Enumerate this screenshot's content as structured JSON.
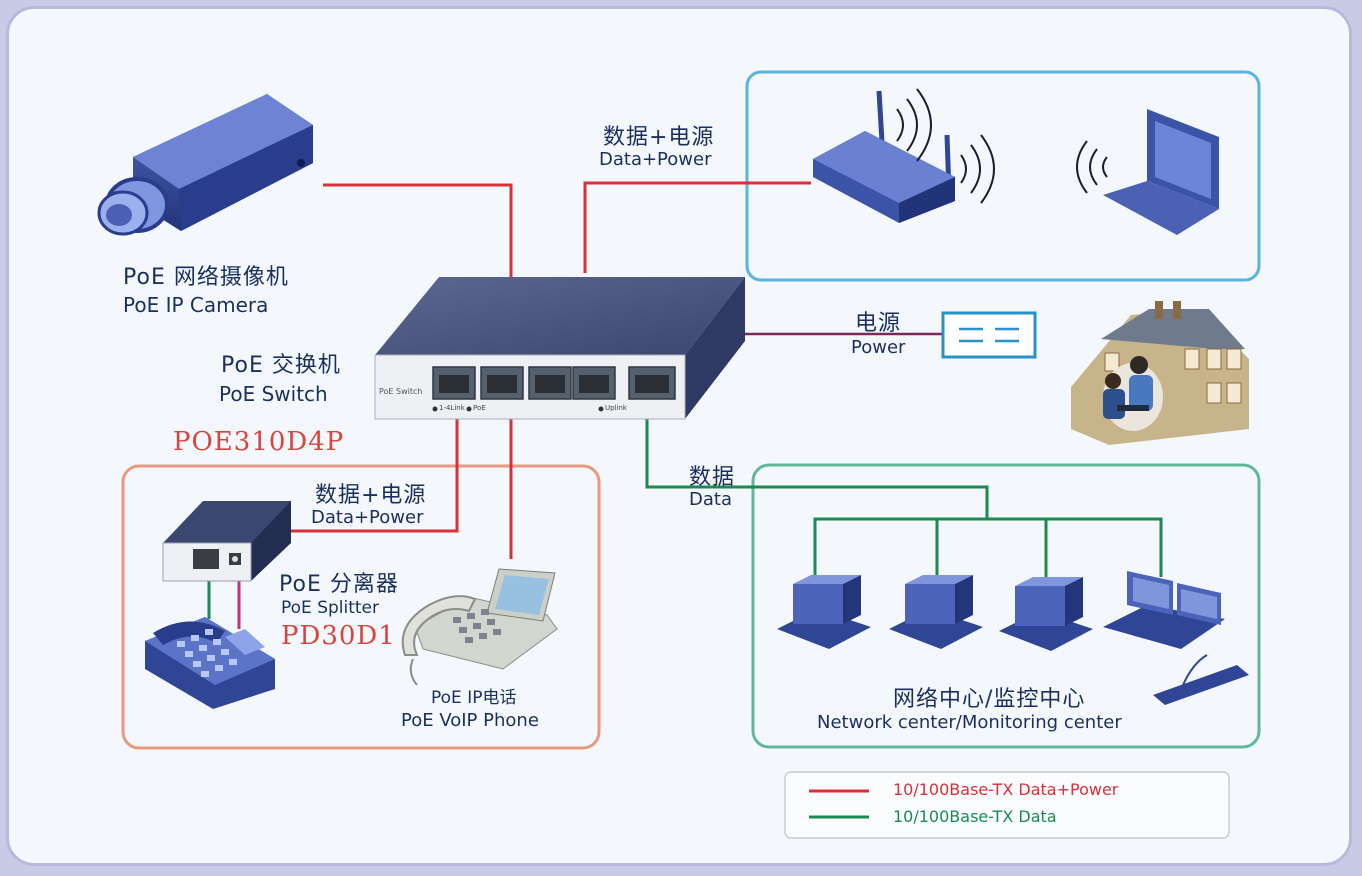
{
  "camera": {
    "cn": "PoE 网络摄像机",
    "en": "PoE IP Camera"
  },
  "switch": {
    "cn": "PoE 交换机",
    "en": "PoE Switch",
    "model": "POE310D4P",
    "faceplate": "PoE Switch",
    "port_a": "1-4Link",
    "port_b": "PoE",
    "port_c": "Uplink"
  },
  "wireless_link": {
    "cn": "数据+电源",
    "en": "Data+Power"
  },
  "power": {
    "cn": "电源",
    "en": "Power"
  },
  "splitter_link": {
    "cn": "数据+电源",
    "en": "Data+Power"
  },
  "splitter": {
    "cn": "PoE 分离器",
    "en": "PoE  Splitter",
    "model": "PD30D1"
  },
  "voip": {
    "cn": "PoE IP电话",
    "en": "PoE VoIP Phone"
  },
  "data_link": {
    "cn": "数据",
    "en": "Data"
  },
  "network_center": {
    "cn": "网络中心/监控中心",
    "en": "Network center/Monitoring center"
  },
  "legend": [
    {
      "label": "10/100Base-TX Data+Power",
      "color": "#d8303a"
    },
    {
      "label": "10/100Base-TX Data",
      "color": "#1b8a52"
    }
  ],
  "colors": {
    "data_power": "#d8303a",
    "data": "#1b8a52",
    "power": "#7a2a5a",
    "wireless_box": "#5ab4e0",
    "splitter_box": "#e89a80",
    "center_box": "#5fb89a",
    "device": "#2f4595"
  }
}
